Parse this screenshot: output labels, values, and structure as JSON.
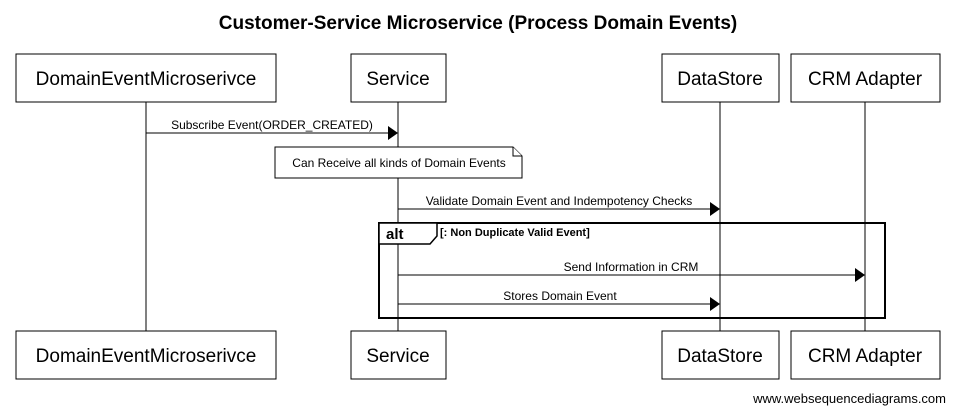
{
  "title": "Customer-Service Microservice (Process Domain Events)",
  "participants": [
    {
      "id": "domain",
      "label": "DomainEventMicroserivce"
    },
    {
      "id": "service",
      "label": "Service"
    },
    {
      "id": "datastore",
      "label": "DataStore"
    },
    {
      "id": "crm",
      "label": "CRM Adapter"
    }
  ],
  "messages": [
    {
      "from": "domain",
      "to": "service",
      "label": "Subscribe Event(ORDER_CREATED)"
    },
    {
      "from": "service",
      "to": "datastore",
      "label": "Validate Domain Event and Indempotency Checks"
    },
    {
      "from": "service",
      "to": "crm",
      "label": "Send Information in CRM"
    },
    {
      "from": "service",
      "to": "datastore",
      "label": "Stores Domain Event"
    }
  ],
  "note": {
    "label": "Can Receive all kinds of Domain Events"
  },
  "alt_frame": {
    "keyword": "alt",
    "condition": "[: Non Duplicate Valid Event]"
  },
  "footer": "www.websequencediagrams.com"
}
